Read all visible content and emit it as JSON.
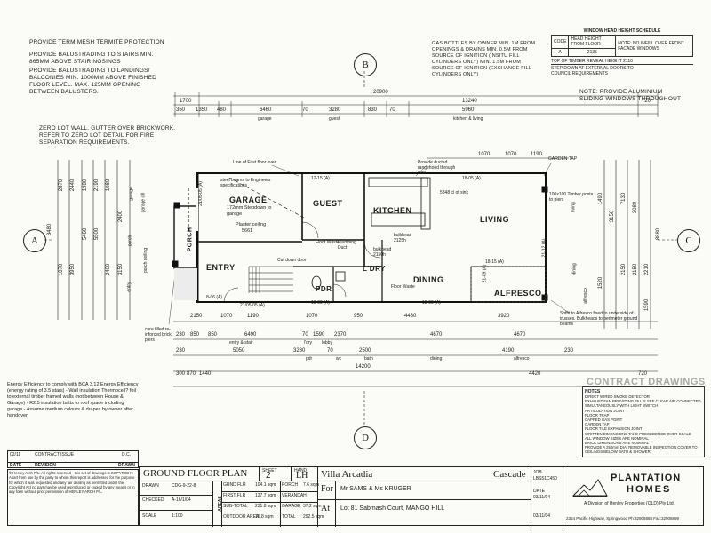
{
  "notes": {
    "termite": "PROVIDE TERMIMESH TERMITE PROTECTION",
    "stairs": "PROVIDE BALUSTRADING TO STAIRS MIN. 865MM ABOVE STAIR NOSINGS",
    "landings": "PROVIDE BALUSTRADING TO LANDINGS/ BALCONIES MIN. 1000MM ABOVE FINISHED FLOOR LEVEL. MAX. 125MM OPENING BETWEEN BALUSTERS.",
    "zero_lot": "ZERO LOT WALL. GUTTER OVER BRICKWORK. REFER TO ZERO LOT DETAIL FOR FIRE SEPARATION REQUIREMENTS.",
    "gas": "GAS BOTTLES BY OWNER MIN. 1M FROM OPENINGS & DRAINS MIN. 0.5M FROM SOURCE OF IGNITION (INSITU FILL CYLINDERS ONLY) MIN. 1.5M FROM SOURCE OF IGNITION (EXCHANGE FILL CYLINDERS ONLY)",
    "windows": "NOTE: PROVIDE ALUMINIUM SLIDING WINDOWS THROUGHOUT",
    "energy": "Energy Efficiency to comply with BCA 3.12 Energy Efficiency (energy rating of 3.5 stars) - Wall insulation Thermocell? foil to external timber framed walls (not between House & Garage) - R2.5 insulation batts to roof space including garage - Assume medium colours & drapes by owner after handover",
    "core": "core filled re-inforced brick piers",
    "soffit": "Soffit to Alfresco fixed to underside of trusses. Bulkheads to perimeter ground beams",
    "ducted": "Provide ducted rangehood through wall",
    "piers": "100x100 Timber posts to piers",
    "line_first": "Line of First floor over",
    "steel": "steel beams to Engineers specifications",
    "plaster": "Plaster ceiling",
    "garden_tap": "GARDEN TAP",
    "floor_waste": "Floor Waste",
    "plumbing": "Plumbing Duct",
    "cut_down": "Cut down door",
    "bulkhead": "bulkhead 2125h",
    "bulkhead2": "bulkhead 2150h",
    "sm_of_sink": "5848 cl of sink"
  },
  "window_schedule": {
    "title": "WINDOW HEAD HEIGHT SCHEDULE",
    "col_code": "CODE",
    "col_height": "HEAD HEIGHT FROM FLOOR",
    "col_note": "NOTE: NO INFILL OVER FRONT FACADE WINDOWS",
    "code": "A",
    "height": "2135",
    "top_of_timber": "TOP OF TIMBER REVEAL HEIGHT 2110",
    "step_down": "STEP DOWN AT EXTERNAL DOORS TO COUNCIL REQUIREMENTS"
  },
  "rooms": {
    "garage": "GARAGE",
    "garage_sub": "172mm Stepdown to garage",
    "garage_ceiling": "5661",
    "guest": "GUEST",
    "kitchen": "KITCHEN",
    "living": "LIVING",
    "porch": "PORCH",
    "entry": "ENTRY",
    "pdr": "PDR",
    "ldry": "L'DRY",
    "dining": "DINING",
    "alfresco": "ALFRESCO"
  },
  "dims": {
    "overall_top": "20900",
    "top_row": [
      "1700",
      "13240",
      "720"
    ],
    "top_row2": [
      "350",
      "1350",
      "480",
      "6460",
      "70",
      "3280",
      "830",
      "70",
      "5960"
    ],
    "top_labels": [
      "garage",
      "guest",
      "kitchen & living"
    ],
    "top_row3": [
      "1070",
      "1070",
      "1190"
    ],
    "bot_row1": [
      "2150",
      "1070",
      "1190",
      "1070",
      "950",
      "4430",
      "3920"
    ],
    "bot_row2": [
      "230",
      "850",
      "850",
      "6490",
      "70",
      "1590",
      "2370",
      "4670",
      "4670"
    ],
    "bot_row3": [
      "230",
      "5050",
      "3280",
      "70",
      "2500",
      "4190",
      "230"
    ],
    "bot_row4": [
      "300",
      "870",
      "1440",
      "14200",
      "4420",
      "720"
    ],
    "bot_labels": [
      "entry & stair",
      "l'dry",
      "pdr",
      "wc",
      "bath",
      "dining",
      "alfresco",
      "lobby"
    ],
    "left_col": [
      "8480",
      "2870",
      "2440",
      "1980",
      "2190",
      "1080",
      "1070",
      "3950",
      "5460",
      "5500",
      "2400",
      "2400",
      "3150"
    ],
    "left_labels": [
      "entry",
      "porch",
      "garage",
      "porch ceiling",
      "garage cill"
    ],
    "right_col": [
      "1490",
      "1520",
      "3150",
      "7130",
      "8880",
      "2150",
      "2150",
      "2210",
      "3080",
      "1590"
    ],
    "right_labels": [
      "living",
      "dining",
      "alfresco"
    ],
    "window_codes": [
      "12-15 (A)",
      "18-05 (A)",
      "18-09 (A)",
      "18-15 (A)",
      "21-09 (A)",
      "21-12 (A)",
      "21/05-05 (A)",
      "21/05-05 (A)",
      "18-09 (A)",
      "8-06 (A)"
    ]
  },
  "grid": {
    "a": "A",
    "b": "B",
    "c": "C",
    "d": "D"
  },
  "stamp": "CONTRACT DRAWINGS",
  "legend": {
    "title": "NOTES",
    "items": [
      "DIRECT WIRED SMOKE DETECTOR",
      "EXHAUST FAN PROVIDING 25 L/S SEE CLEAR AIR CONNECTED SIMULTANEOUSLY WITH LIGHT SWITCH",
      "ARTICULATION JOINT",
      "FLOOR TRAP",
      "CAPPED GAS POINT",
      "GARDEN TAP",
      "FLOOR TILE EXPANSION JOINT",
      "WRITTEN DIMENSIONS TAKE PRECEDENCE OVER SCALE",
      "ALL WINDOW SIZES ARE NOMINAL",
      "BRICK DIMENSIONS ARE NOMINAL",
      "PROVIDE A 250mm DIA. REMOVABLE INSPECTION COVER TO CEILINGS BELOW BATH & SHOWER"
    ]
  },
  "revisions": {
    "row1_date": "02/11",
    "row1_text": "CONTRACT ISSUE",
    "row1_dc": "D.C.",
    "hdr_date": "DATE",
    "hdr_rev": "REVISION",
    "hdr_drawn": "DRAWN",
    "copyright": "© Henley Arch P/L. All rights reserved - this set of drawings is COPYRIGHT. Apart from use by the party to whom this report is addressed for the purpose for which it was requested and any fair dealing as permitted under the Copyright Act no part may be used reproduced or copied by any means or in any form without prior permission of HENLEY ARCH P/L."
  },
  "title_block": {
    "title": "GROUND FLOOR PLAN",
    "sheet_lbl": "SHEET",
    "sheet": "2",
    "hand_lbl": "HAND",
    "hand": "LH",
    "design": "Villa Arcadia",
    "facade": "Cascade",
    "drawn_lbl": "DRAWN",
    "drawn": "CDG-9-22-8",
    "checked_lbl": "CHECKED",
    "checked": "A-16/1/04",
    "scale_lbl": "SCALE",
    "scale": "1:100",
    "areas_lbl": "AREAS",
    "area_rows": [
      [
        "GRND FLR",
        "104.1 sqm",
        "PORCH",
        "7.6 sqm"
      ],
      [
        "FIRST FLR",
        "127.7 sqm",
        "VERANDAH",
        ""
      ],
      [
        "SUB-TOTAL",
        "231.8 sqm",
        "GARAGE",
        "37.2 sqm"
      ],
      [
        "OUTDOOR AREA",
        "15.8 sqm",
        "TOTAL",
        "292.5 sqm"
      ]
    ],
    "for_lbl": "For",
    "for": "Mr SAMS & Ms KRUGER",
    "at_lbl": "At",
    "at": "Lot 81 Sabmash Court, MANGO HILL",
    "job_lbl": "JOB",
    "job": "LBS51C450",
    "date_lbl": "DATE",
    "date1": "03/11/04",
    "date2": "03/11/04",
    "logo_top": "PLANTATION",
    "logo_bottom": "HOMES",
    "logo_line": "A Division of Henley Properties (QLD) Pty Ltd",
    "address": "2354 Pacific Highway, Springwood Ph:32908888 Fax:32908899"
  }
}
